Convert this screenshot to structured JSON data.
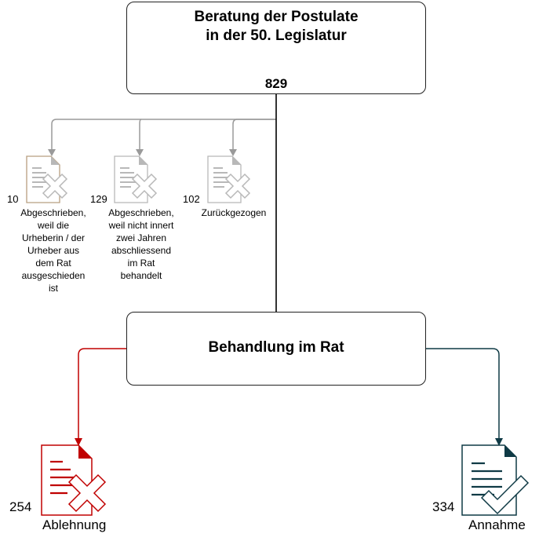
{
  "top_box": {
    "title_line1": "Beratung der Postulate",
    "title_line2": "in der 50. Legislatur",
    "total": "829"
  },
  "mid_box": {
    "title": "Behandlung im Rat"
  },
  "withdrawals": [
    {
      "count": "10",
      "label_lines": [
        "Abgeschrieben,",
        "weil die",
        "Urheberin / der",
        "Urheber aus",
        "dem Rat",
        "ausgeschieden",
        "ist"
      ]
    },
    {
      "count": "129",
      "label_lines": [
        "Abgeschrieben,",
        "weil nicht innert",
        "zwei Jahren",
        "abschliessend",
        "im Rat",
        "behandelt"
      ]
    },
    {
      "count": "102",
      "label_lines": [
        "Zurückgezogen"
      ]
    }
  ],
  "outcomes": {
    "rejection": {
      "count": "254",
      "label": "Ablehnung",
      "color": "#c00000"
    },
    "acceptance": {
      "count": "334",
      "label": "Annahme",
      "color": "#0f3a45"
    }
  },
  "colors": {
    "connector_gray": "#9a9a9a",
    "doc_gray": "#b8b8b8",
    "doc_gray_dark": "#8a8a8a"
  }
}
